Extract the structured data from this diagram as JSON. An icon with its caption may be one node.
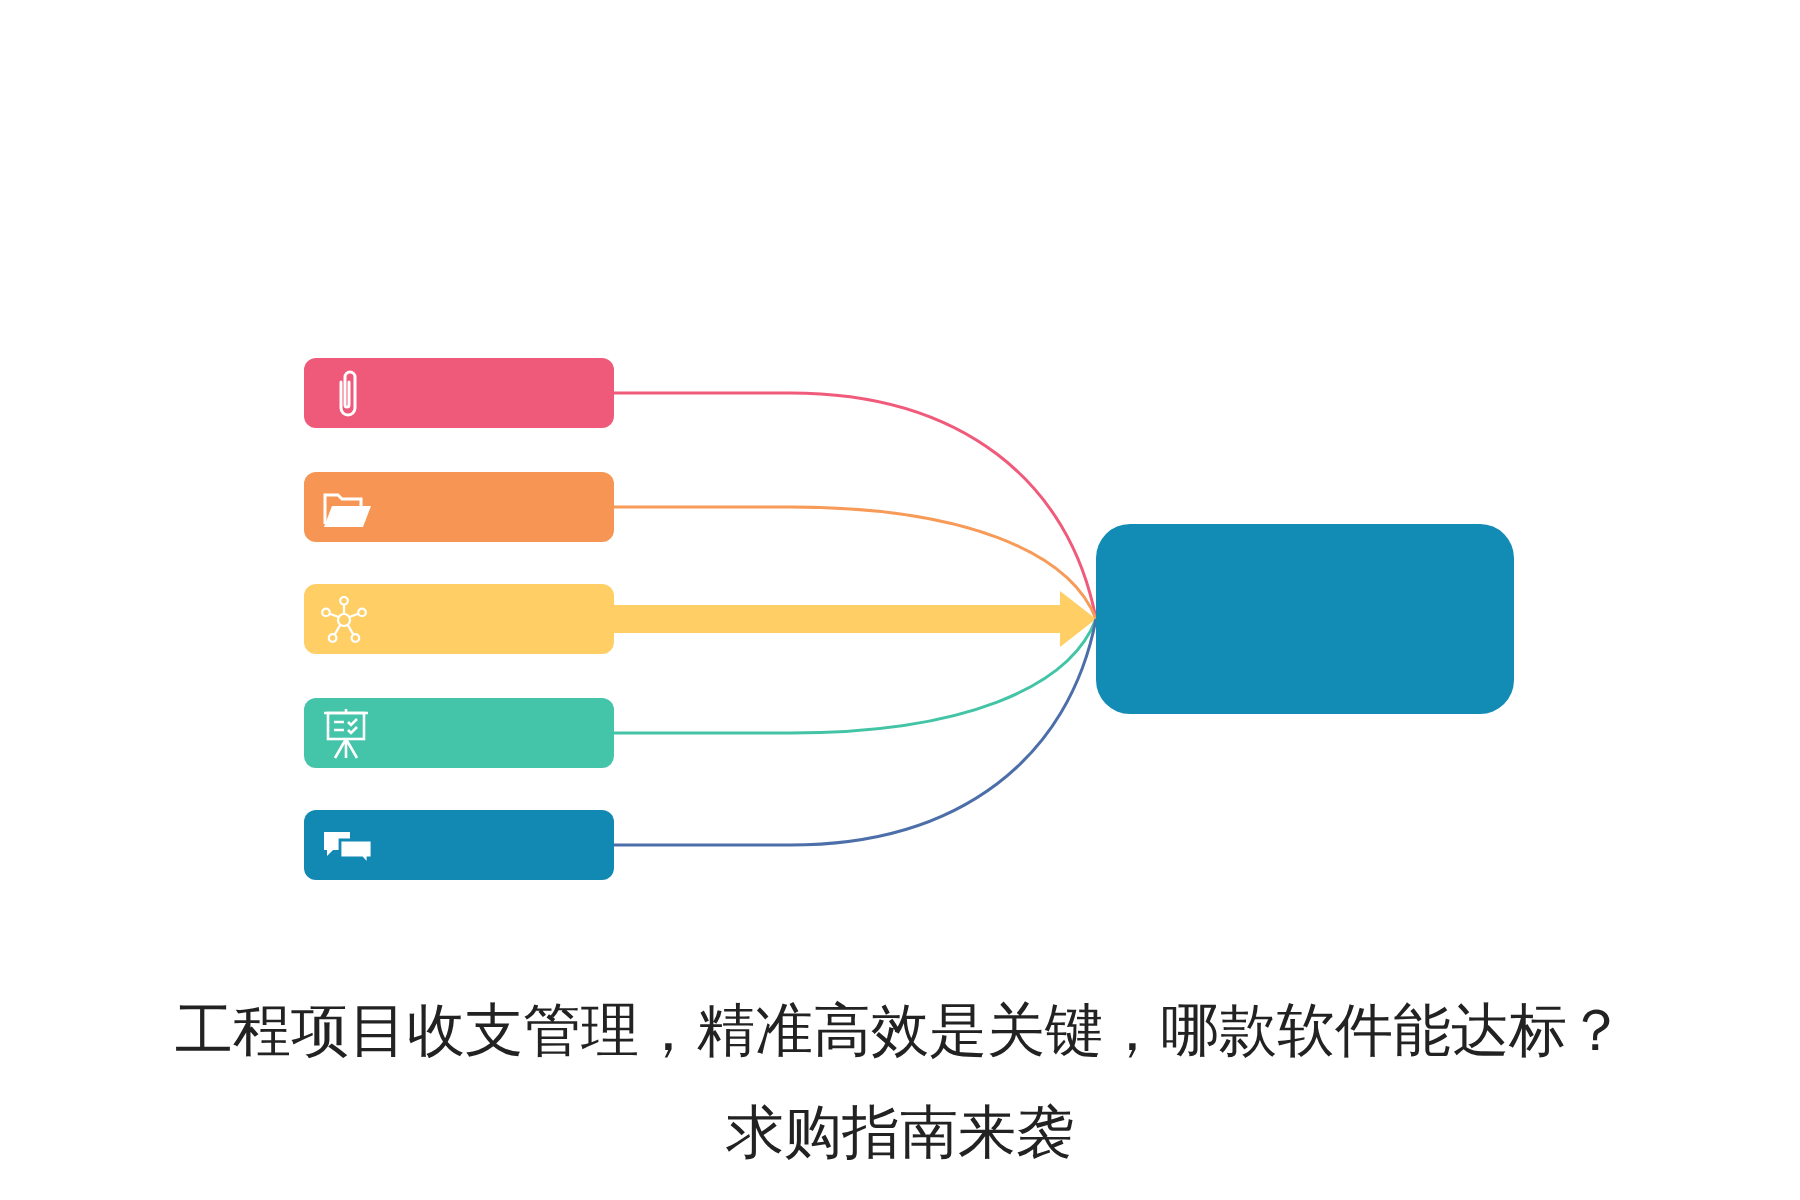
{
  "diagram": {
    "caption": "工程项目收支管理，精准高效是关键，哪款软件能达标？求购指南来袭",
    "nodes": [
      {
        "text": [],
        "shape": "box"
      },
      {
        "text": [],
        "shape": "box"
      },
      {
        "text": [],
        "shape": "box"
      },
      {
        "text": [],
        "shape": "box"
      },
      {
        "text": [],
        "shape": "box"
      },
      {
        "text": [],
        "shape": "box"
      }
    ],
    "edges": [
      {
        "from": 0,
        "to": 5,
        "arrow": "none",
        "color": "#f05b7b"
      },
      {
        "from": 1,
        "to": 5,
        "arrow": "none",
        "color": "#f89a58"
      },
      {
        "from": 2,
        "to": 5,
        "arrow": "to",
        "style": "thick",
        "color": "#ffcf66"
      },
      {
        "from": 3,
        "to": 5,
        "arrow": "none",
        "color": "#44c4a6"
      },
      {
        "from": 4,
        "to": 5,
        "arrow": "none",
        "color": "#4d6fa9"
      }
    ]
  }
}
